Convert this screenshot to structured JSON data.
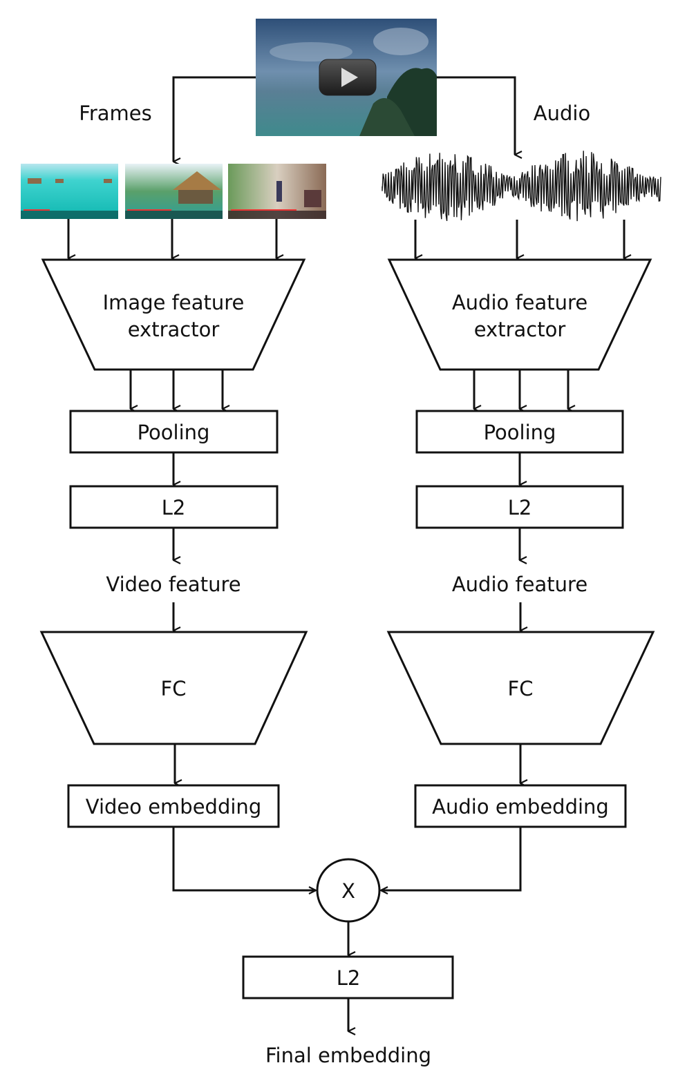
{
  "input": {
    "video_icon": "play-button-icon",
    "frames_label": "Frames",
    "audio_label": "Audio"
  },
  "video_branch": {
    "extractor_line1": "Image feature",
    "extractor_line2": "extractor",
    "pooling": "Pooling",
    "l2": "L2",
    "feature": "Video feature",
    "fc": "FC",
    "embedding": "Video embedding"
  },
  "audio_branch": {
    "extractor_line1": "Audio feature",
    "extractor_line2": "extractor",
    "pooling": "Pooling",
    "l2": "L2",
    "feature": "Audio feature",
    "fc": "FC",
    "embedding": "Audio embedding"
  },
  "fusion": {
    "operator": "X",
    "l2": "L2",
    "output": "Final embedding"
  },
  "colors": {
    "line": "#111111",
    "sea": "#2cc7c0",
    "sky": "#4a6c8f"
  }
}
